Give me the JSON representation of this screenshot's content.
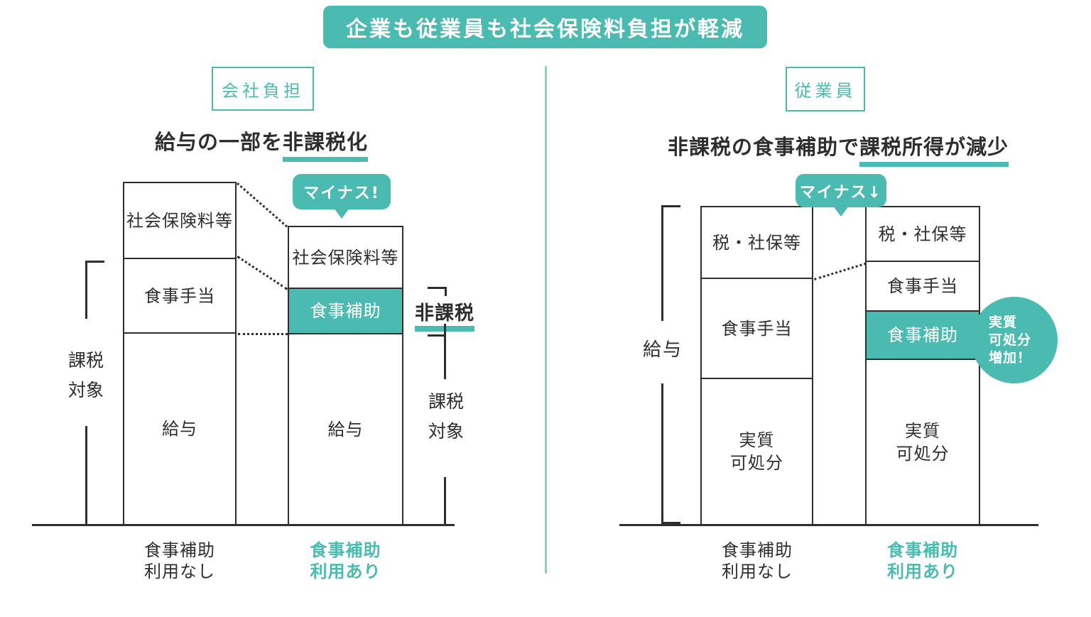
{
  "banner": {
    "title": "企業も従業員も社会保険料負担が軽減"
  },
  "company": {
    "tag": "会社負担",
    "title_plain": "給与の一部を",
    "title_underlined": "非課税化",
    "minus_badge": "マイナス!",
    "taxable_left_label": "課税\n対象",
    "tax_exempt_label": "非課税",
    "taxable_right_label": "課税\n対象",
    "bar_without": {
      "segments": [
        {
          "label": "社会保険料等"
        },
        {
          "label": "食事手当"
        },
        {
          "label": "給与"
        }
      ],
      "caption": "食事補助\n利用なし"
    },
    "bar_with": {
      "segments": [
        {
          "label": "社会保険料等"
        },
        {
          "label": "食事補助"
        },
        {
          "label": "給与"
        }
      ],
      "caption": "食事補助\n利用あり"
    }
  },
  "employee": {
    "tag": "従業員",
    "title_plain": "非課税の食事補助で",
    "title_underlined": "課税所得が減少",
    "minus_badge": "マイナス↓",
    "salary_bracket_label": "給与",
    "increase_badge": "実質\n可処分\n増加！",
    "bar_without": {
      "segments": [
        {
          "label": "税・社保等"
        },
        {
          "label": "食事手当"
        },
        {
          "label": "実質\n可処分"
        }
      ],
      "caption": "食事補助\n利用なし"
    },
    "bar_with": {
      "segments": [
        {
          "label": "税・社保等"
        },
        {
          "label": "食事手当"
        },
        {
          "label": "食事補助"
        },
        {
          "label": "実質\n可処分"
        }
      ],
      "caption": "食事補助\n利用あり"
    }
  },
  "colors": {
    "teal": "#4bbab0",
    "divider_teal": "#7fd1ca",
    "ink": "#2e2e2e",
    "background": "#ffffff"
  }
}
